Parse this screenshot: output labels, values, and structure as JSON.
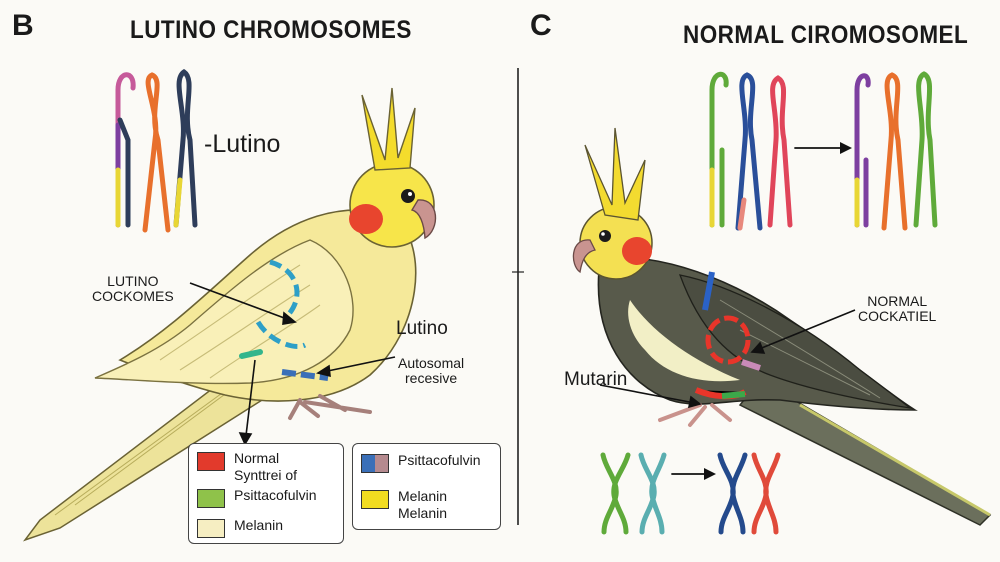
{
  "panel_b": {
    "letter": "B",
    "title": "LUTINO CHROMOSOMES",
    "label_lutino_big": "-Lutino",
    "label_cockomes": "LUTINO\nCOCKOMES",
    "label_lutino": "Lutino",
    "label_autosomal": "Autosomal\nrecesive"
  },
  "panel_c": {
    "letter": "C",
    "title": "NORMAL CIROMOSOMEL",
    "label_normal": "NORMAL\nCOCKATIEL",
    "label_mutarin": "Mutarin"
  },
  "legend_left": [
    {
      "color": "#e23a2c",
      "text": "Normal\nSynttrei of"
    },
    {
      "color": "#8fc24a",
      "text": "Psittacofulvin"
    },
    {
      "color": "#f6eec2",
      "text": "Melanin"
    }
  ],
  "legend_right": [
    {
      "color_top": "#3a6fb8",
      "color_bottom": "#b58a8f",
      "text": "Psittacofulvin"
    },
    {
      "color": "#f2dc20",
      "text": "Melanin\nMelanin"
    }
  ]
}
